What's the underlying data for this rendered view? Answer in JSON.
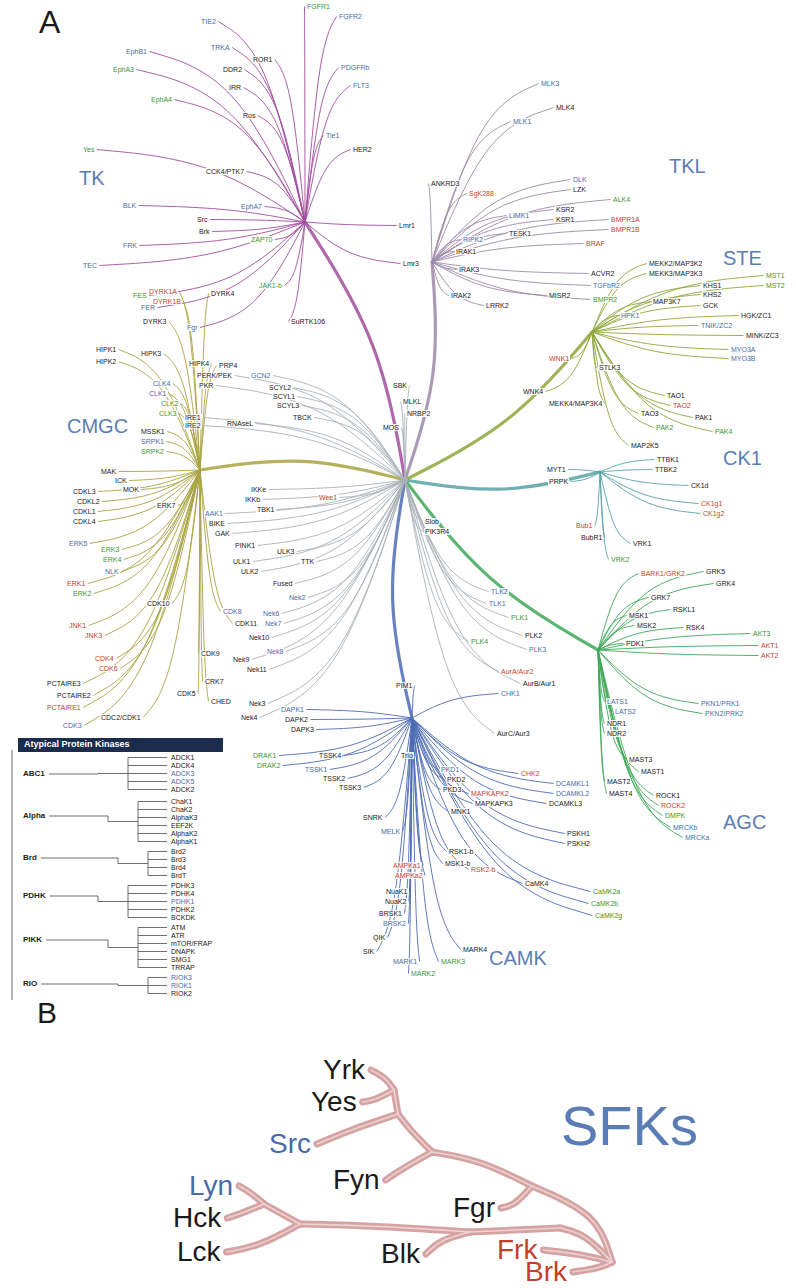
{
  "diagram": {
    "nodes": [
      {
        "text": [
          "Atypical Protein Kinases"
        ]
      }
    ],
    "labels": [
      "A",
      "TK",
      "TKL",
      "STE",
      "CMGC",
      "CK1",
      "AGC",
      "CAMK",
      "FGFR1",
      "FGFR2",
      "TIE2",
      "TRKA",
      "ROR1",
      "DDR2",
      "EphB1",
      "EphA3",
      "EphA4",
      "IRR",
      "Ros",
      "PDGFRb",
      "FLT3",
      "Tie1",
      "HER2",
      "Lmr1",
      "Lmr3",
      "Yes",
      "BLK",
      "FRK",
      "TEC",
      "FES",
      "FER",
      "Src",
      "Brk",
      "EphA7",
      "ZAP70",
      "CCK4/PTK7",
      "JAK1-b",
      "SuRTK106",
      "Fgr",
      "MLK3",
      "MLK4",
      "MLK1",
      "DLK",
      "LZK",
      "ANKRD3",
      "SgK288",
      "KSR2",
      "KSR1",
      "LIMK1",
      "TESK1",
      "ALK4",
      "BMPR1A",
      "BMPR1B",
      "BRAF",
      "RIPK2",
      "IRAK1",
      "IRAK3",
      "IRAK2",
      "LRRK2",
      "ACVR2",
      "TGFbR2",
      "BMPR2",
      "MISR2",
      "MEKK2/MAP3K2",
      "MEKK3/MAP3K3",
      "MAP3K7",
      "HPK1",
      "KHS1",
      "KHS2",
      "GCK",
      "MST1",
      "MST2",
      "HGK/ZC1",
      "TNIK/ZC2",
      "MINK/ZC3",
      "MYO3A",
      "MYO3B",
      "STLK3",
      "TAO1",
      "TAO2",
      "TAO3",
      "PAK1",
      "PAK2",
      "PAK4",
      "MAP2K5",
      "WNK1",
      "WNK4",
      "MEKK4/MAP3K4",
      "MYT1",
      "PRPK",
      "TTBK1",
      "TTBK2",
      "CK1d",
      "CK1g1",
      "CK1g2",
      "VRK1",
      "VRK2",
      "Bub1",
      "BubR1",
      "BARK1/GRK2",
      "GRK5",
      "GRK4",
      "GRK7",
      "RSKL1",
      "MSK1",
      "MSK2",
      "RSK4",
      "AKT3",
      "AKT1",
      "AKT2",
      "PDK1",
      "LATS1",
      "LATS2",
      "PKN1/PRK1",
      "PKN2/PRK2",
      "NDR1",
      "NDR2",
      "MAST3",
      "MAST1",
      "MAST2",
      "MAST4",
      "ROCK1",
      "ROCK2",
      "DMPK",
      "MRCKb",
      "MRCKa",
      "CHK1",
      "PIM1",
      "TSSK4",
      "TSSK1",
      "TSSK2",
      "TSSK3",
      "DAPK1",
      "DAPK2",
      "DAPK3",
      "DRAK1",
      "DRAK2",
      "Trio",
      "SNRK",
      "MELK",
      "AMPKa1",
      "AMPKa2",
      "NuaK1",
      "NuaK2",
      "BRSK1",
      "BRSK2",
      "QIK",
      "SIK",
      "MARK1",
      "MARK2",
      "MARK3",
      "MARK4",
      "PKD1",
      "PKD2",
      "PKD3",
      "MAPKAPK2",
      "MAPKAPK3",
      "MNK1",
      "RSK1-b",
      "MSK1-b",
      "RSK2-b",
      "CHK2",
      "DCAMKL1",
      "DCAMKL2",
      "DCAMKL3",
      "PSKH1",
      "PSKH2",
      "CaMK4",
      "CaMK2a",
      "CaMK2b",
      "CaMK2g",
      "DYRK1A",
      "DYRK1B",
      "DYRK4",
      "DYRK3",
      "HIPK1",
      "HIPK2",
      "HIPK3",
      "HIPK4",
      "PRP4",
      "CLK4",
      "CLK1",
      "CLK2",
      "CLK3",
      "MSSK1",
      "SRPK1",
      "SRPK2",
      "MAK",
      "ICK",
      "MOK",
      "CDKL3",
      "CDKL2",
      "CDKL1",
      "CDKL4",
      "ERK7",
      "ERK5",
      "ERK3",
      "ERK4",
      "NLK",
      "ERK1",
      "ERK2",
      "JNK1",
      "JNK3",
      "CDK4",
      "CDK6",
      "PCTAIRE3",
      "PCTAIRE2",
      "PCTAIRE1",
      "CDK10",
      "CDK8",
      "CDK11",
      "CDK9",
      "CRK7",
      "CDK5",
      "CHED",
      "CDC2/CDK1",
      "CDK3",
      "IRE1",
      "IRE2",
      "PERK/PEK",
      "PKR",
      "GCN2",
      "SCYL2",
      "SCYL1",
      "SCYL3",
      "TBCK",
      "RNAseL",
      "MOS",
      "MLKL",
      "NRBP2",
      "SBK",
      "Wee1",
      "Slob",
      "PIK3R4",
      "AAK1",
      "BIKE",
      "GAK",
      "PINK1",
      "IKKb",
      "IKKe",
      "TBK1",
      "ULK1",
      "ULK2",
      "ULK3",
      "Fused",
      "TTK",
      "Nek2",
      "Nek6",
      "Nek7",
      "Nek10",
      "Nek8",
      "Nek9",
      "Nek11",
      "Nek3",
      "Nek4",
      "PLK1",
      "PLK2",
      "PLK3",
      "PLK4",
      "TLK2",
      "TLK1",
      "AurA/Aur2",
      "AurB/Aur1",
      "AurC/Aur3",
      "ABC1",
      "ADCK1",
      "ADCK4",
      "ADCK3",
      "ADCK5",
      "ADCK2",
      "Alpha",
      "ChaK1",
      "ChaK2",
      "AlphaK3",
      "EEF2K",
      "AlphaK2",
      "AlphaK1",
      "Brd",
      "Brd2",
      "Brd3",
      "Brd4",
      "BrdT",
      "PDHK",
      "PDHK3",
      "PDHK4",
      "PDHK1",
      "PDHK2",
      "BCKDK",
      "PIKK",
      "ATM",
      "ATR",
      "mTOR/FRAP",
      "DNAPK",
      "SMG1",
      "TRRAP",
      "RIO",
      "RIOK3",
      "RIOK1",
      "RIOK2",
      "B",
      "Yrk",
      "Yes",
      "Src",
      "Fyn",
      "SFKs",
      "Lyn",
      "Hck",
      "Fgr",
      "Lck",
      "Blk",
      "Frk",
      "Brk"
    ]
  }
}
